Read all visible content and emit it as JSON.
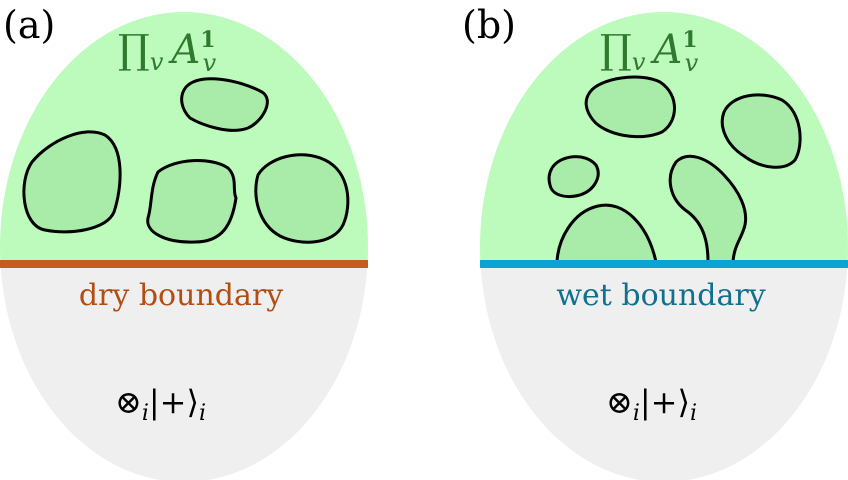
{
  "panels": [
    {
      "panel_label": "(a)",
      "top_label": {
        "prod": "∏",
        "sub_v": "v",
        "A": "A",
        "sup_1": "1",
        "sub_v2": "v"
      },
      "boundary_label": "dry boundary",
      "bottom_label": {
        "otimes": "⊗",
        "sub_i": "i",
        "ket": "|+⟩",
        "sub_i2": "i"
      },
      "boundary_color": "#c85a1e",
      "text_color": "#b24e14"
    },
    {
      "panel_label": "(b)",
      "top_label": {
        "prod": "∏",
        "sub_v": "v",
        "A": "A",
        "sup_1": "1",
        "sub_v2": "v"
      },
      "boundary_label": "wet boundary",
      "bottom_label": {
        "otimes": "⊗",
        "sub_i": "i",
        "ket": "|+⟩",
        "sub_i2": "i"
      },
      "boundary_color": "#0aa3d3",
      "text_color": "#11708e"
    }
  ],
  "colors": {
    "upper_fill": "#bdfbbd",
    "lower_fill": "#efefef",
    "blob_fill": "#a9eca9",
    "top_label_color": "#2f7a2f"
  }
}
